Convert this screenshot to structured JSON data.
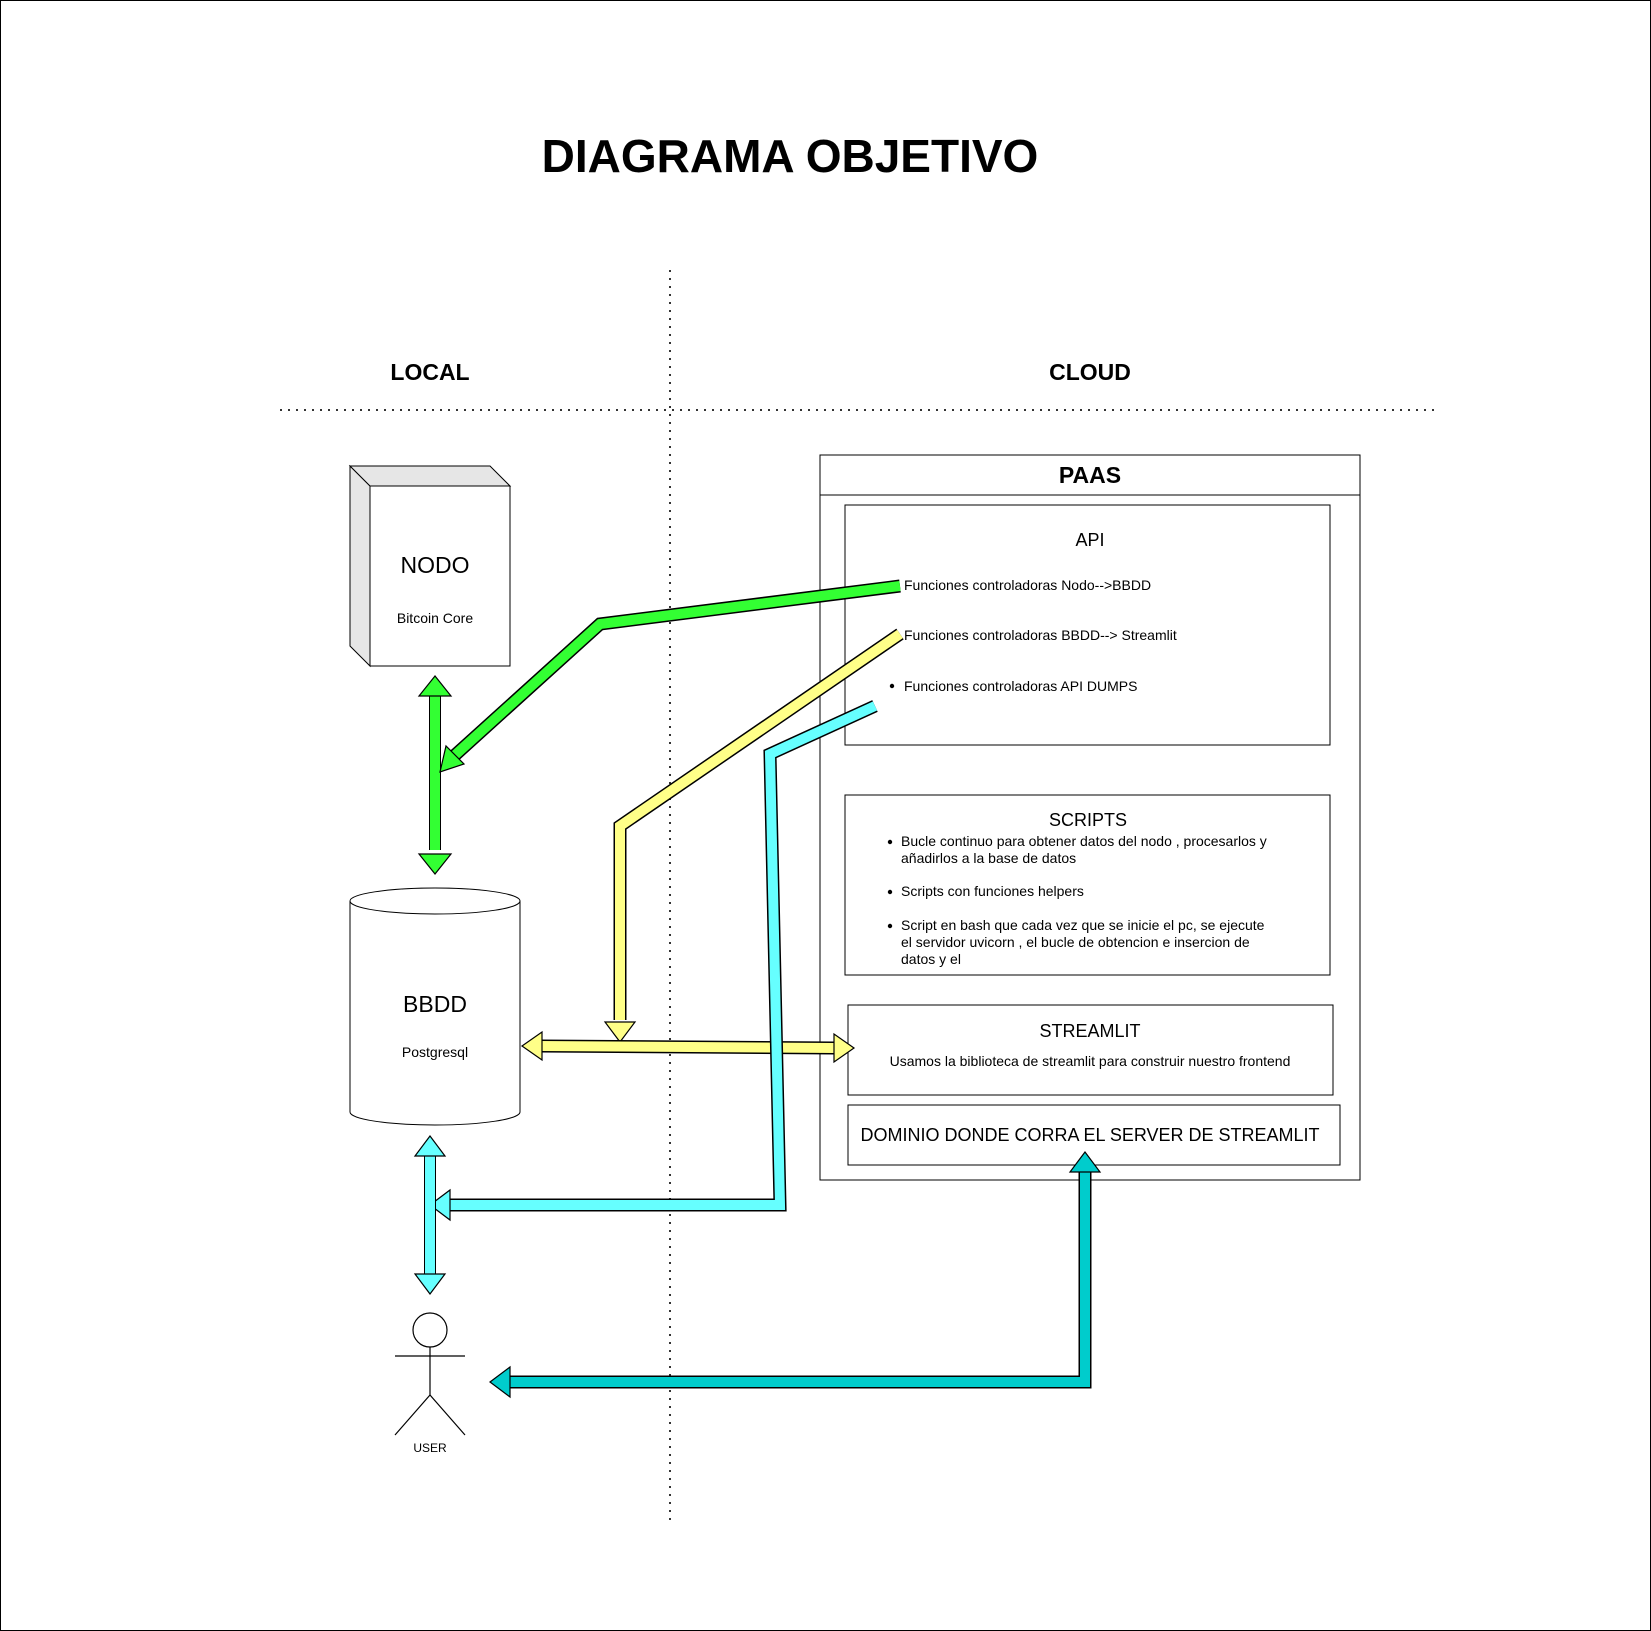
{
  "title": "DIAGRAMA OBJETIVO",
  "zones": {
    "local": "LOCAL",
    "cloud": "CLOUD"
  },
  "nodo": {
    "title": "NODO",
    "subtitle": "Bitcoin Core"
  },
  "bbdd": {
    "title": "BBDD",
    "subtitle": "Postgresql"
  },
  "paas": {
    "title": "PAAS",
    "api": {
      "title": "API",
      "items": [
        "Funciones controladoras Nodo-->BBDD",
        "Funciones controladoras BBDD--> Streamlit",
        "Funciones controladoras API DUMPS"
      ]
    },
    "scripts": {
      "title": "SCRIPTS",
      "items": [
        [
          "Bucle continuo para obtener datos del nodo , procesarlos y",
          "añadirlos a la base de datos"
        ],
        [
          "Scripts con funciones helpers"
        ],
        [
          "Script en bash que cada vez que se inicie el pc, se ejecute",
          "el servidor uvicorn , el bucle de obtencion e insercion de",
          "datos y el"
        ]
      ]
    },
    "streamlit": {
      "title": "STREAMLIT",
      "description": "Usamos la biblioteca de streamlit para construir nuestro frontend"
    },
    "dominio": {
      "label": "DOMINIO DONDE CORRA EL SERVER DE STREAMLIT"
    }
  },
  "user": {
    "label": "USER"
  },
  "colors": {
    "green": "#33ff33",
    "yellow": "#ffff88",
    "cyan": "#66ffff",
    "teal": "#00cccc",
    "stroke": "#000000",
    "cube_side": "#e6e6e6"
  }
}
